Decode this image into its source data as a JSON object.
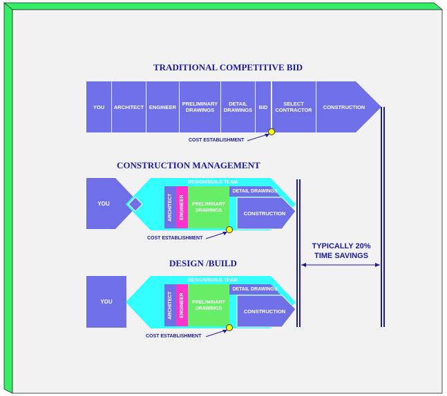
{
  "colors": {
    "box": "#6f6fe8",
    "team": "#33ffff",
    "architect": "#6f6fe8",
    "engineer": "#ff33cc",
    "preliminary": "#66ee66",
    "marker": "#ffff00",
    "frame_left": "#33ee66",
    "frame_bg": "#f2f2f2",
    "title": "#1a1aa0"
  },
  "traditional": {
    "title": "TRADITIONAL COMPETITIVE BID",
    "steps": [
      "YOU",
      "ARCHITECT",
      "ENGINEER",
      "PRELIMINARY DRAWINGS",
      "DETAIL DRAWINGS",
      "BID",
      "SELECT CONTRACTOR",
      "CONSTRUCTION"
    ],
    "cost_label": "COST ESTABLISHMENT"
  },
  "cm": {
    "title": "CONSTRUCTION MANAGEMENT",
    "you": "YOU",
    "team": "DESIGN/BUILD TEAM",
    "architect": "ARCHITECT",
    "engineer": "ENGINEER",
    "preliminary": "PRELIMINARY DRAWINGS",
    "detail": "DETAIL DRAWINGS",
    "construction": "CONSTRUCTION",
    "cost_label": "COST ESTABLISHMENT"
  },
  "db": {
    "title": "DESIGN /BUILD",
    "you": "YOU",
    "team": "DESIGN/BUILD TEAM",
    "architect": "ARCHITECT",
    "engineer": "ENGINEER",
    "preliminary": "PRELIMINARY DRAWINGS",
    "detail": "DETAIL DRAWINGS",
    "construction": "CONSTRUCTION",
    "cost_label": "COST ESTABLISHMENT"
  },
  "savings": {
    "line1": "TYPICALLY 20%",
    "line2": "TIME SAVINGS"
  }
}
